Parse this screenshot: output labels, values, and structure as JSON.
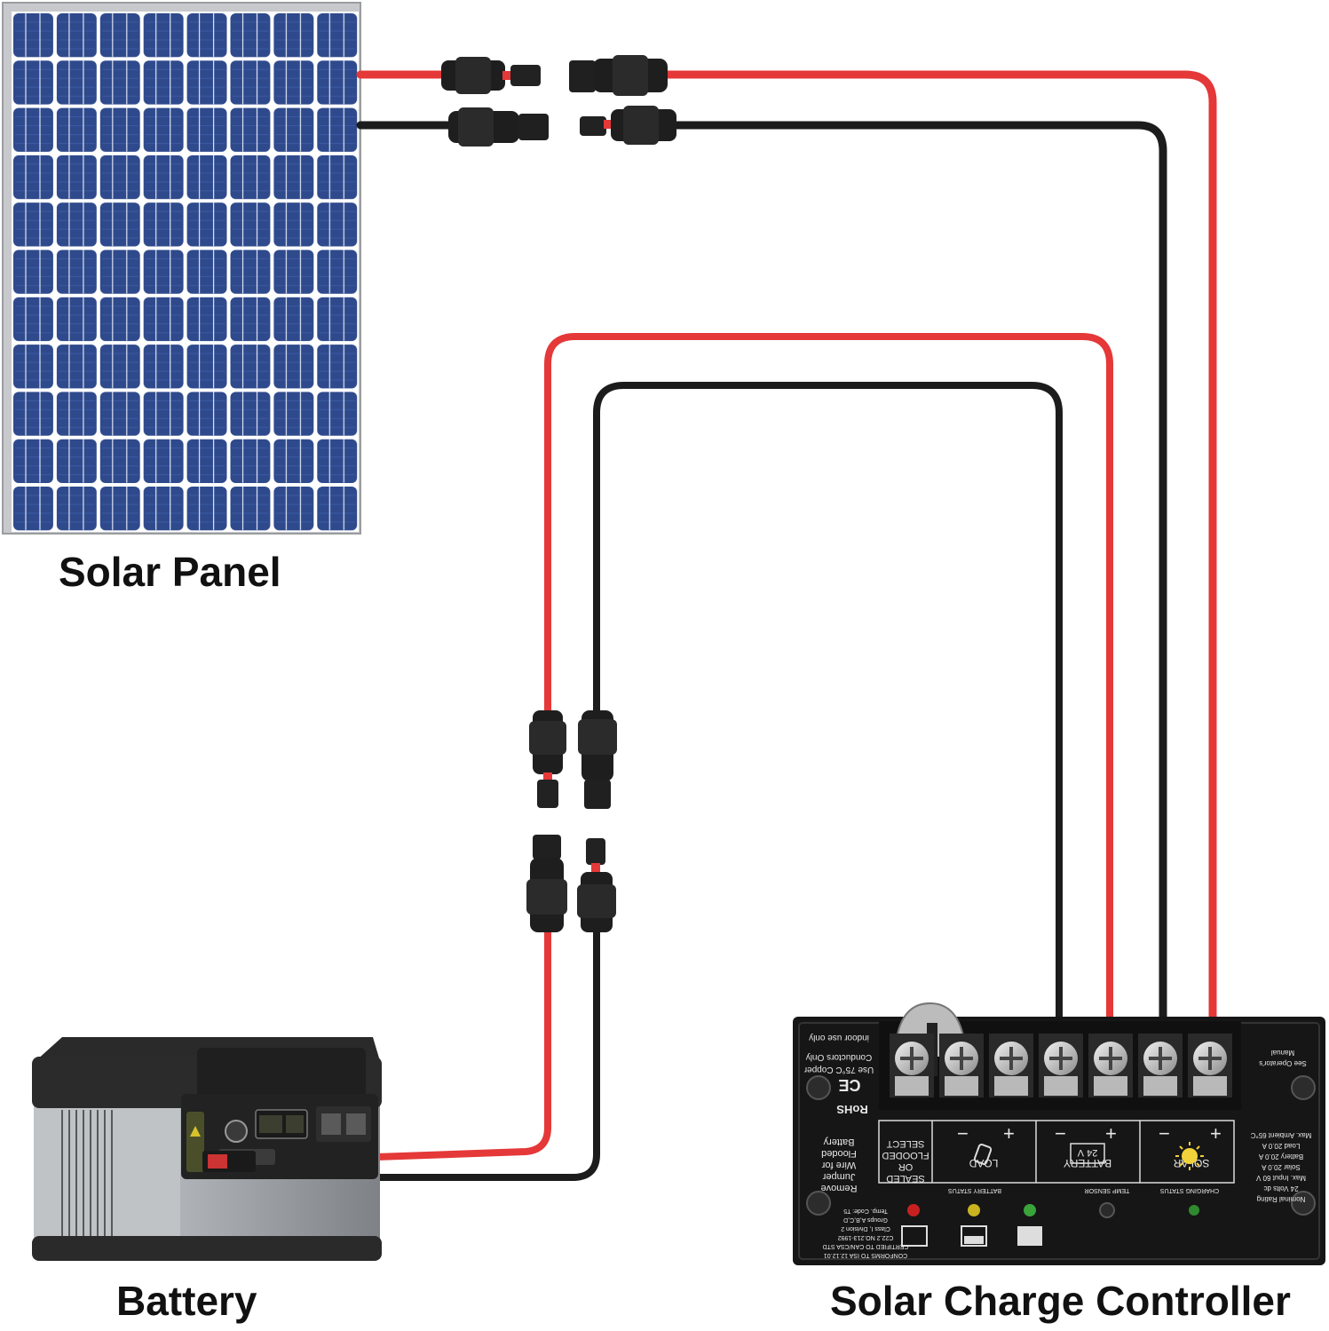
{
  "labels": {
    "solar_panel": "Solar Panel",
    "battery": "Battery",
    "controller": "Solar Charge Controller"
  },
  "controller": {
    "terminal_groups": [
      {
        "name": "LOAD",
        "polarity": [
          "−",
          "+"
        ]
      },
      {
        "name": "BATTERY",
        "polarity": [
          "−",
          "+"
        ]
      },
      {
        "name": "SOLAR",
        "polarity": [
          "−",
          "+"
        ]
      }
    ],
    "voltage_badge": "24 V",
    "jumper_note": [
      "SEALED",
      "OR",
      "FLOODED",
      "SELECT"
    ],
    "remove_note": [
      "Remove",
      "Jumper",
      "Wire for",
      "Flooded",
      "Battery"
    ],
    "status_labels": {
      "battery_status": "BATTERY STATUS",
      "temp_sensor": "TEMP SENSOR",
      "charging_status": "CHARGING STATUS"
    },
    "rating_lines": [
      "Nominal Rating",
      "24 Volts dc",
      "Max. Input 60 V",
      "Solar 20.0 A",
      "Battery 20.0 A",
      "Load 20.0 A",
      "Max. Ambient 65°C"
    ],
    "cert_lines": [
      "CONFORMS TO ISA 12.12.01",
      "CERTIFIED TO CAN/CSA STD",
      "C22.2 NO.213-1992",
      "Class I, Division 2",
      "Groups A,B,C,D",
      "Temp. Code: T5"
    ],
    "copper_lines": [
      "Use 75°C Copper",
      "Conductors Only",
      "indoor use only"
    ],
    "rohs": "RoHS",
    "ce": "CE",
    "manual_note": [
      "See Operator's",
      "Manual"
    ]
  },
  "colors": {
    "wire_positive": "#e53838",
    "wire_negative": "#1c1c1c",
    "panel_cell": "#2f4a8c",
    "panel_frame": "#c7c9cc",
    "controller_body": "#161616"
  }
}
